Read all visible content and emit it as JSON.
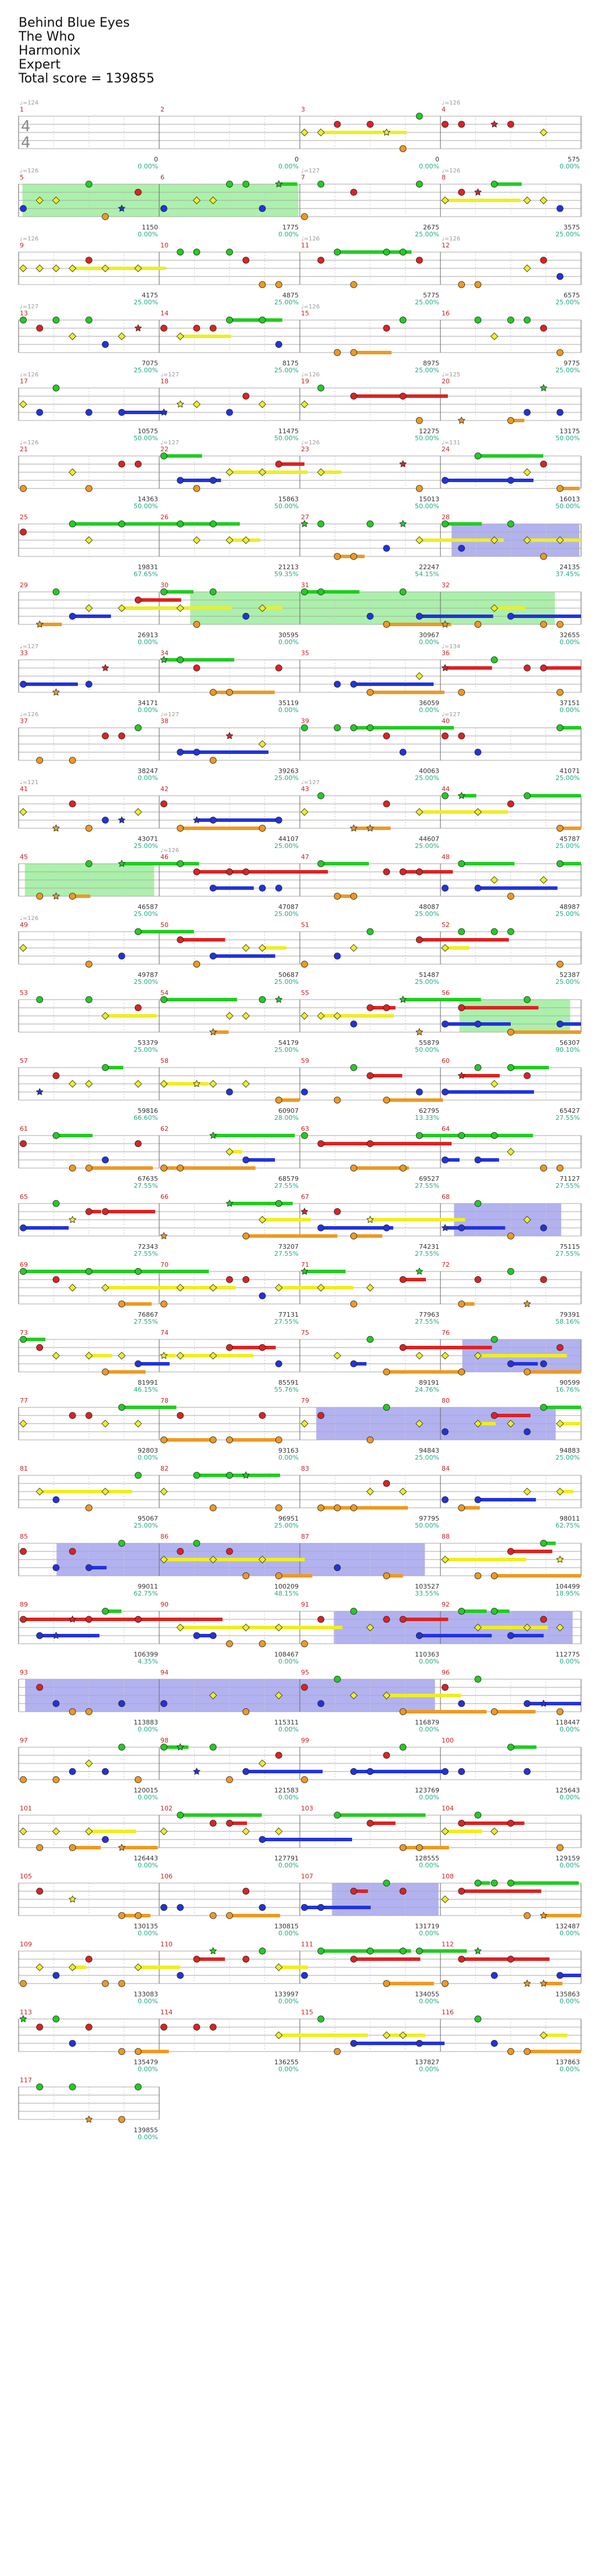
{
  "song": {
    "title": "Behind Blue Eyes",
    "artist": "The Who",
    "charter": "Harmonix",
    "difficulty": "Expert",
    "total_score_text": "Total score = 139855"
  },
  "time_signature": {
    "top": "4",
    "bottom": "4"
  },
  "colors": {
    "green": "#22cc22",
    "red": "#dd2222",
    "yellow": "#eeee22",
    "blue": "#2233dd",
    "orange": "#ee9922",
    "star_power_region": "#44dd44",
    "overdrive_region": "#5555dd",
    "overdrive_end": "#ff6666",
    "bpm_text": "#999999",
    "measure_number": "#cc2222",
    "score_text": "#333333",
    "percent_text": "#22aa88",
    "staff_lines": "#aaaaaa"
  },
  "measures": [
    {
      "n": "1",
      "bpm": "♩=124",
      "score": "0",
      "pct": "0.00%"
    },
    {
      "n": "2",
      "bpm": "",
      "score": "0",
      "pct": "0.00%"
    },
    {
      "n": "3",
      "bpm": "",
      "score": "0",
      "pct": "0.00%"
    },
    {
      "n": "4",
      "bpm": "♩=126",
      "score": "575",
      "pct": "0.00%"
    },
    {
      "n": "5",
      "bpm": "♩=126",
      "score": "1150",
      "pct": "0.00%"
    },
    {
      "n": "6",
      "bpm": "",
      "score": "1775",
      "pct": "0.00%"
    },
    {
      "n": "7",
      "bpm": "♩=127",
      "score": "2675",
      "pct": "25.00%"
    },
    {
      "n": "8",
      "bpm": "♩=126",
      "score": "3575",
      "pct": "25.00%"
    },
    {
      "n": "9",
      "bpm": "♩=126",
      "score": "4175",
      "pct": "25.00%"
    },
    {
      "n": "10",
      "bpm": "",
      "score": "4875",
      "pct": "25.00%"
    },
    {
      "n": "11",
      "bpm": "♩=126",
      "score": "5775",
      "pct": "25.00%"
    },
    {
      "n": "12",
      "bpm": "♩=126",
      "score": "6575",
      "pct": "25.00%"
    },
    {
      "n": "13",
      "bpm": "♩=127",
      "score": "7075",
      "pct": "25.00%"
    },
    {
      "n": "14",
      "bpm": "",
      "score": "8175",
      "pct": "25.00%"
    },
    {
      "n": "15",
      "bpm": "♩=126",
      "score": "8975",
      "pct": "25.00%"
    },
    {
      "n": "16",
      "bpm": "",
      "score": "9775",
      "pct": "25.00%"
    },
    {
      "n": "17",
      "bpm": "♩=126",
      "score": "10575",
      "pct": "50.00%"
    },
    {
      "n": "18",
      "bpm": "♩=127",
      "score": "11475",
      "pct": "50.00%"
    },
    {
      "n": "19",
      "bpm": "♩=126",
      "score": "12275",
      "pct": "50.00%"
    },
    {
      "n": "20",
      "bpm": "♩=125",
      "score": "13175",
      "pct": "50.00%"
    },
    {
      "n": "21",
      "bpm": "♩=126",
      "score": "14363",
      "pct": "50.00%"
    },
    {
      "n": "22",
      "bpm": "♩=127",
      "score": "15863",
      "pct": "50.00%"
    },
    {
      "n": "23",
      "bpm": "♩=126",
      "score": "15013",
      "pct": "50.00%"
    },
    {
      "n": "24",
      "bpm": "♩=131",
      "score": "16013",
      "pct": "50.00%"
    },
    {
      "n": "25",
      "bpm": "",
      "score": "19831",
      "pct": "67.65%"
    },
    {
      "n": "26",
      "bpm": "",
      "score": "21213",
      "pct": "59.35%"
    },
    {
      "n": "27",
      "bpm": "",
      "score": "22247",
      "pct": "54.15%"
    },
    {
      "n": "28",
      "bpm": "",
      "score": "24135",
      "pct": "37.45%"
    },
    {
      "n": "29",
      "bpm": "",
      "score": "26913",
      "pct": "0.00%"
    },
    {
      "n": "30",
      "bpm": "",
      "score": "30595",
      "pct": "0.00%"
    },
    {
      "n": "31",
      "bpm": "",
      "score": "30967",
      "pct": "0.00%"
    },
    {
      "n": "32",
      "bpm": "",
      "score": "32655",
      "pct": "0.00%"
    },
    {
      "n": "33",
      "bpm": "♩=127",
      "score": "34171",
      "pct": "0.00%"
    },
    {
      "n": "34",
      "bpm": "",
      "score": "35119",
      "pct": "0.00%"
    },
    {
      "n": "35",
      "bpm": "",
      "score": "36059",
      "pct": "0.00%"
    },
    {
      "n": "36",
      "bpm": "♩=134",
      "score": "37151",
      "pct": "0.00%"
    },
    {
      "n": "37",
      "bpm": "♩=126",
      "score": "38247",
      "pct": "0.00%"
    },
    {
      "n": "38",
      "bpm": "♩=127",
      "score": "39263",
      "pct": "25.00%"
    },
    {
      "n": "39",
      "bpm": "",
      "score": "40063",
      "pct": "25.00%"
    },
    {
      "n": "40",
      "bpm": "♩=127",
      "score": "41071",
      "pct": "25.00%"
    },
    {
      "n": "41",
      "bpm": "♩=121",
      "score": "43071",
      "pct": "25.00%"
    },
    {
      "n": "42",
      "bpm": "",
      "score": "44107",
      "pct": "25.00%"
    },
    {
      "n": "43",
      "bpm": "♩=127",
      "score": "44607",
      "pct": "25.00%"
    },
    {
      "n": "44",
      "bpm": "",
      "score": "45787",
      "pct": "25.00%"
    },
    {
      "n": "45",
      "bpm": "",
      "score": "46587",
      "pct": "25.00%"
    },
    {
      "n": "46",
      "bpm": "♩=126",
      "score": "47087",
      "pct": "25.00%"
    },
    {
      "n": "47",
      "bpm": "",
      "score": "48087",
      "pct": "25.00%"
    },
    {
      "n": "48",
      "bpm": "",
      "score": "48987",
      "pct": "25.00%"
    },
    {
      "n": "49",
      "bpm": "♩=126",
      "score": "49787",
      "pct": "25.00%"
    },
    {
      "n": "50",
      "bpm": "",
      "score": "50687",
      "pct": "25.00%"
    },
    {
      "n": "51",
      "bpm": "",
      "score": "51487",
      "pct": "25.00%"
    },
    {
      "n": "52",
      "bpm": "",
      "score": "52387",
      "pct": "25.00%"
    },
    {
      "n": "53",
      "bpm": "",
      "score": "53379",
      "pct": "25.00%"
    },
    {
      "n": "54",
      "bpm": "",
      "score": "54179",
      "pct": "25.00%"
    },
    {
      "n": "55",
      "bpm": "",
      "score": "55879",
      "pct": "50.00%"
    },
    {
      "n": "56",
      "bpm": "",
      "score": "56307",
      "pct": "90.10%"
    },
    {
      "n": "57",
      "bpm": "",
      "score": "59816",
      "pct": "66.60%"
    },
    {
      "n": "58",
      "bpm": "",
      "score": "60907",
      "pct": "28.00%"
    },
    {
      "n": "59",
      "bpm": "",
      "score": "62795",
      "pct": "13.33%"
    },
    {
      "n": "60",
      "bpm": "",
      "score": "65427",
      "pct": "27.55%"
    },
    {
      "n": "61",
      "bpm": "",
      "score": "67635",
      "pct": "27.55%"
    },
    {
      "n": "62",
      "bpm": "",
      "score": "68579",
      "pct": "27.55%"
    },
    {
      "n": "63",
      "bpm": "",
      "score": "69527",
      "pct": "27.55%"
    },
    {
      "n": "64",
      "bpm": "",
      "score": "71127",
      "pct": "27.55%"
    },
    {
      "n": "65",
      "bpm": "",
      "score": "72343",
      "pct": "27.55%"
    },
    {
      "n": "66",
      "bpm": "",
      "score": "73207",
      "pct": "27.55%"
    },
    {
      "n": "67",
      "bpm": "",
      "score": "74231",
      "pct": "27.55%"
    },
    {
      "n": "68",
      "bpm": "",
      "score": "75115",
      "pct": "27.55%"
    },
    {
      "n": "69",
      "bpm": "",
      "score": "76867",
      "pct": "27.55%"
    },
    {
      "n": "70",
      "bpm": "",
      "score": "77131",
      "pct": "27.55%"
    },
    {
      "n": "71",
      "bpm": "",
      "score": "77963",
      "pct": "27.55%"
    },
    {
      "n": "72",
      "bpm": "",
      "score": "79391",
      "pct": "58.16%"
    },
    {
      "n": "73",
      "bpm": "",
      "score": "81991",
      "pct": "46.15%"
    },
    {
      "n": "74",
      "bpm": "",
      "score": "85591",
      "pct": "55.76%"
    },
    {
      "n": "75",
      "bpm": "",
      "score": "89191",
      "pct": "24.76%"
    },
    {
      "n": "76",
      "bpm": "",
      "score": "90599",
      "pct": "16.76%"
    },
    {
      "n": "77",
      "bpm": "",
      "score": "92803",
      "pct": "0.00%"
    },
    {
      "n": "78",
      "bpm": "",
      "score": "93163",
      "pct": "0.00%"
    },
    {
      "n": "79",
      "bpm": "",
      "score": "94843",
      "pct": "25.00%"
    },
    {
      "n": "80",
      "bpm": "",
      "score": "94883",
      "pct": "25.00%"
    },
    {
      "n": "81",
      "bpm": "",
      "score": "95067",
      "pct": "25.00%"
    },
    {
      "n": "82",
      "bpm": "",
      "score": "96951",
      "pct": "25.00%"
    },
    {
      "n": "83",
      "bpm": "",
      "score": "97795",
      "pct": "50.00%"
    },
    {
      "n": "84",
      "bpm": "",
      "score": "98011",
      "pct": "62.75%"
    },
    {
      "n": "85",
      "bpm": "",
      "score": "99011",
      "pct": "62.75%"
    },
    {
      "n": "86",
      "bpm": "",
      "score": "100209",
      "pct": "48.15%"
    },
    {
      "n": "87",
      "bpm": "",
      "score": "103527",
      "pct": "33.55%"
    },
    {
      "n": "88",
      "bpm": "",
      "score": "104499",
      "pct": "18.95%"
    },
    {
      "n": "89",
      "bpm": "",
      "score": "106399",
      "pct": "4.35%"
    },
    {
      "n": "90",
      "bpm": "",
      "score": "108467",
      "pct": "0.00%"
    },
    {
      "n": "91",
      "bpm": "",
      "score": "110363",
      "pct": "0.00%"
    },
    {
      "n": "92",
      "bpm": "",
      "score": "112775",
      "pct": "0.00%"
    },
    {
      "n": "93",
      "bpm": "",
      "score": "113883",
      "pct": "0.00%"
    },
    {
      "n": "94",
      "bpm": "",
      "score": "115311",
      "pct": "0.00%"
    },
    {
      "n": "95",
      "bpm": "",
      "score": "116879",
      "pct": "0.00%"
    },
    {
      "n": "96",
      "bpm": "",
      "score": "118447",
      "pct": "0.00%"
    },
    {
      "n": "97",
      "bpm": "",
      "score": "120015",
      "pct": "0.00%"
    },
    {
      "n": "98",
      "bpm": "",
      "score": "121583",
      "pct": "0.00%"
    },
    {
      "n": "99",
      "bpm": "",
      "score": "123769",
      "pct": "0.00%"
    },
    {
      "n": "100",
      "bpm": "",
      "score": "125643",
      "pct": "0.00%"
    },
    {
      "n": "101",
      "bpm": "",
      "score": "126443",
      "pct": "0.00%"
    },
    {
      "n": "102",
      "bpm": "",
      "score": "127791",
      "pct": "0.00%"
    },
    {
      "n": "103",
      "bpm": "",
      "score": "128555",
      "pct": "0.00%"
    },
    {
      "n": "104",
      "bpm": "",
      "score": "129159",
      "pct": "0.00%"
    },
    {
      "n": "105",
      "bpm": "",
      "score": "130135",
      "pct": "0.00%"
    },
    {
      "n": "106",
      "bpm": "",
      "score": "130815",
      "pct": "0.00%"
    },
    {
      "n": "107",
      "bpm": "",
      "score": "131719",
      "pct": "0.00%"
    },
    {
      "n": "108",
      "bpm": "",
      "score": "132487",
      "pct": "0.00%"
    },
    {
      "n": "109",
      "bpm": "",
      "score": "133083",
      "pct": "0.00%"
    },
    {
      "n": "110",
      "bpm": "",
      "score": "133997",
      "pct": "0.00%"
    },
    {
      "n": "111",
      "bpm": "",
      "score": "134055",
      "pct": "0.00%"
    },
    {
      "n": "112",
      "bpm": "",
      "score": "135863",
      "pct": "0.00%"
    },
    {
      "n": "113",
      "bpm": "",
      "score": "135479",
      "pct": "0.00%"
    },
    {
      "n": "114",
      "bpm": "",
      "score": "136255",
      "pct": "0.00%"
    },
    {
      "n": "115",
      "bpm": "",
      "score": "137827",
      "pct": "0.00%"
    },
    {
      "n": "116",
      "bpm": "",
      "score": "137863",
      "pct": "0.00%"
    },
    {
      "n": "117",
      "bpm": "",
      "score": "139855",
      "pct": "0.00%"
    }
  ]
}
